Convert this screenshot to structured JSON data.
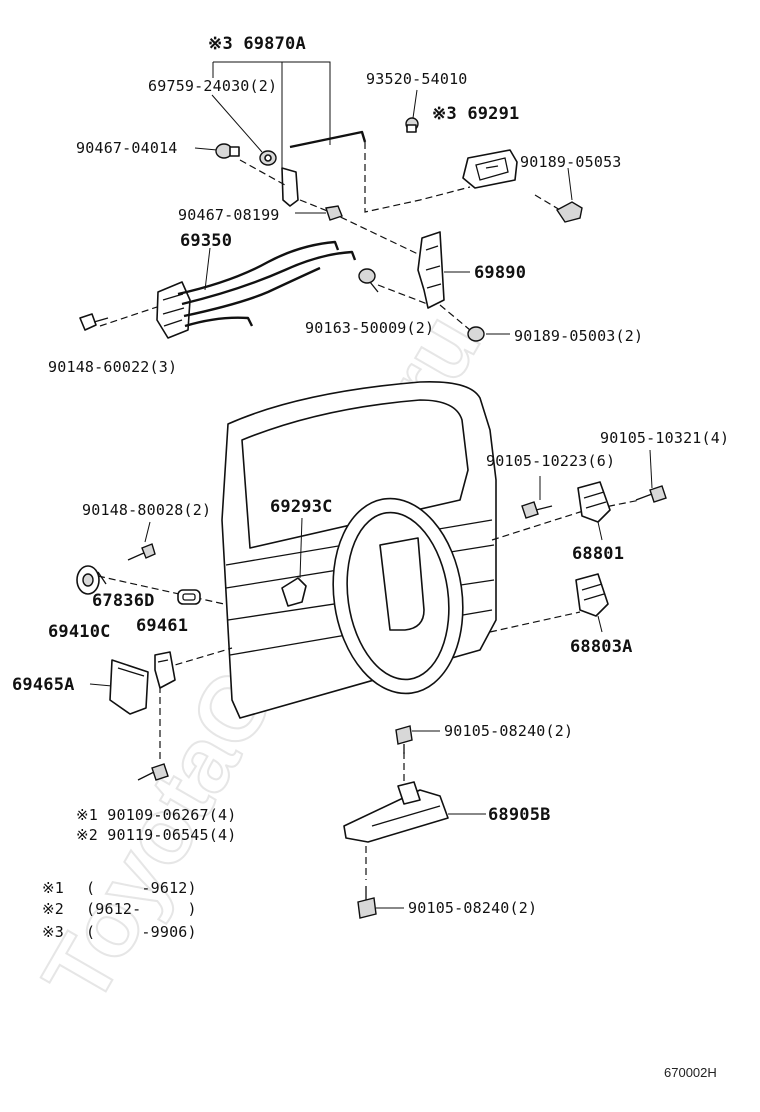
{
  "watermark": "ToyotaCarMine.ru",
  "diagram_code": "670002H",
  "labels": {
    "p69870A": "※3 69870A",
    "p69759": "69759-24030(2)",
    "p93520": "93520-54010",
    "p69291": "※3 69291",
    "p90467_04014": "90467-04014",
    "p90189_05053": "90189-05053",
    "p90467_08199": "90467-08199",
    "p69350": "69350",
    "p69890": "69890",
    "p90163": "90163-50009(2)",
    "p90189_05003": "90189-05003(2)",
    "p90148_60022": "90148-60022(3)",
    "p90105_10321": "90105-10321(4)",
    "p90105_10223": "90105-10223(6)",
    "p90148_80028": "90148-80028(2)",
    "p69293C": "69293C",
    "p68801": "68801",
    "p67836D": "67836D",
    "p69410C": "69410C",
    "p69461": "69461",
    "p68803A": "68803A",
    "p69465A": "69465A",
    "p90105_08240_a": "90105-08240(2)",
    "p90109": "※1 90109-06267(4)",
    "p90119": "※2 90119-06545(4)",
    "p68905B": "68905B",
    "p90105_08240_b": "90105-08240(2)"
  },
  "notes": [
    {
      "mark": "※1",
      "range": "(     -9612)"
    },
    {
      "mark": "※2",
      "range": "(9612-     )"
    },
    {
      "mark": "※3",
      "range": "(     -9906)"
    }
  ]
}
